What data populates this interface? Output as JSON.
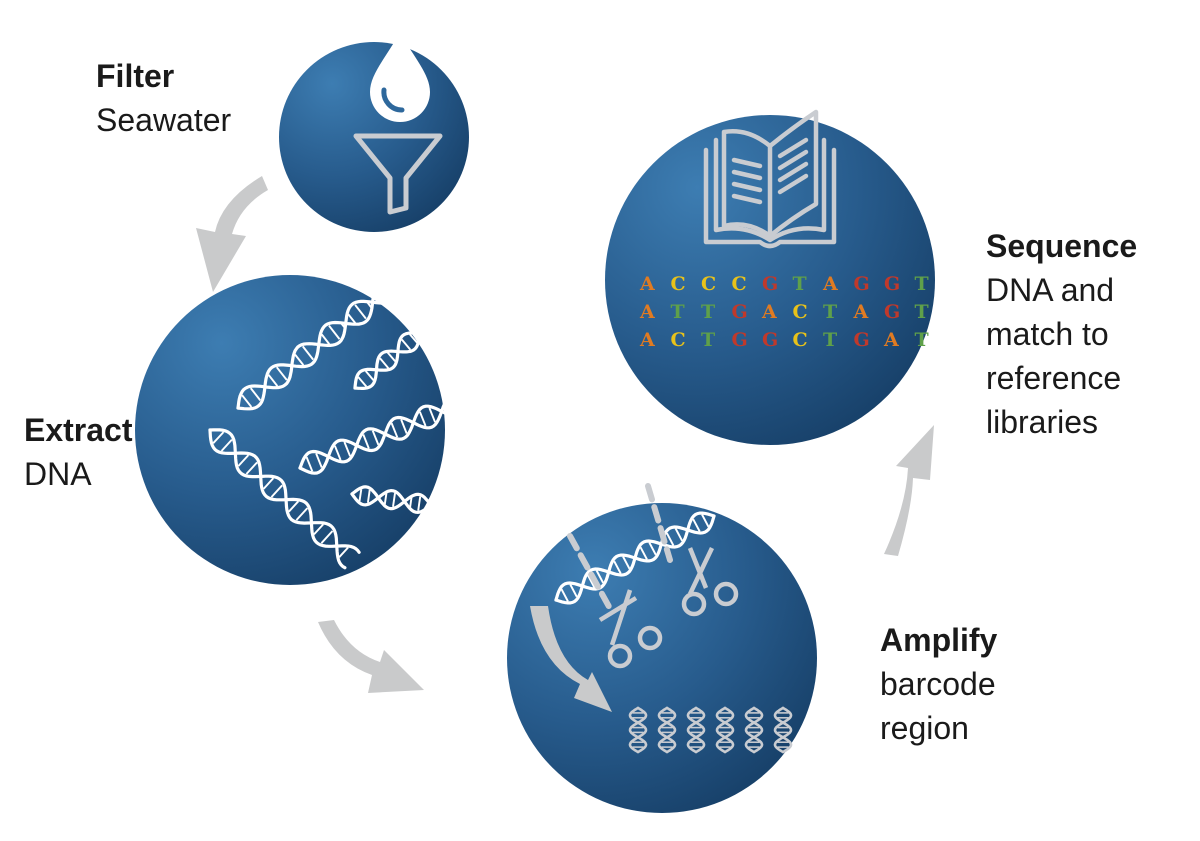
{
  "steps": {
    "filter": {
      "title": "Filter",
      "desc": [
        "Seawater"
      ]
    },
    "extract": {
      "title": "Extract",
      "desc": [
        "DNA"
      ]
    },
    "amplify": {
      "title": "Amplify",
      "desc": [
        "barcode",
        "region"
      ]
    },
    "sequence": {
      "title": "Sequence",
      "desc": [
        "DNA and",
        "match to",
        "reference",
        "libraries"
      ]
    }
  },
  "sequence_rows": [
    "ACCCGTAGGT",
    "ATTGACTAGT",
    "ACTGGCTGAT"
  ],
  "colors": {
    "circle_light": "#3a78ac",
    "circle_dark": "#163e66",
    "icon": "#ffffff",
    "icon_muted": "#c9ccd1",
    "arrow": "#c9cacb",
    "text": "#1a1a1a",
    "base_A": "#e07b22",
    "base_C": "#e8c21a",
    "base_G": "#c0392b",
    "base_T": "#5fa04a"
  },
  "icons": [
    "water-drop-icon",
    "funnel-icon",
    "dna-helix-icon",
    "scissors-icon",
    "open-book-icon",
    "arrow-icon"
  ]
}
